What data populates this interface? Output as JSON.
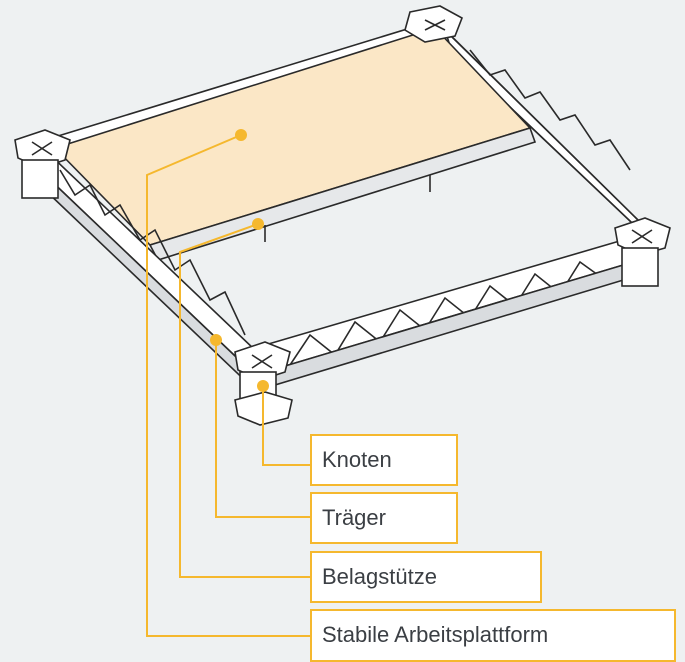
{
  "labels": {
    "knoten": "Knoten",
    "traeger": "Träger",
    "belagstuetze": "Belagstütze",
    "plattform": "Stabile Arbeitsplattform"
  },
  "colors": {
    "background": "#eef1f2",
    "callout": "#f5b82e",
    "platform_fill": "#fbe7c6",
    "line": "#2a2a2a",
    "truss_face": "#ffffff"
  },
  "icons": {
    "node": "node-plate-icon",
    "marker": "callout-dot-icon"
  }
}
